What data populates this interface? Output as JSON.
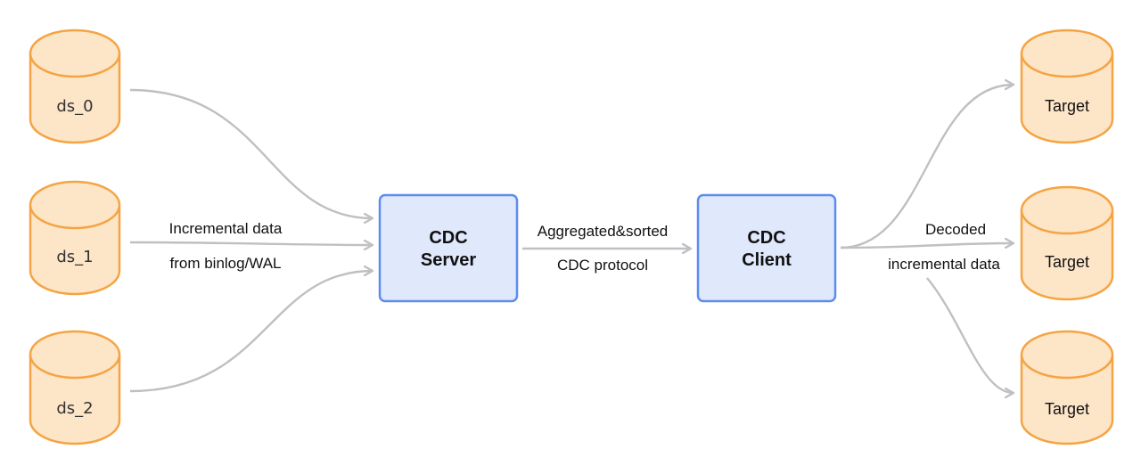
{
  "colors": {
    "cylinder_fill": "#fde5c8",
    "cylinder_stroke": "#f5a443",
    "box_fill": "#e0e8fc",
    "box_stroke": "#5b8def",
    "arrow": "#c0c0c4"
  },
  "sources": [
    {
      "label": "ds_0"
    },
    {
      "label": "ds_1"
    },
    {
      "label": "ds_2"
    }
  ],
  "server": {
    "line1": "CDC",
    "line2": "Server"
  },
  "client": {
    "line1": "CDC",
    "line2": "Client"
  },
  "edges": {
    "sources_to_server": {
      "line1": "Incremental data",
      "line2": "from binlog/WAL"
    },
    "server_to_client": {
      "line1": "Aggregated&sorted",
      "line2": "CDC protocol"
    },
    "client_to_targets": {
      "line1": "Decoded",
      "line2": "incremental data"
    }
  },
  "targets": [
    {
      "label": "Target"
    },
    {
      "label": "Target"
    },
    {
      "label": "Target"
    }
  ]
}
